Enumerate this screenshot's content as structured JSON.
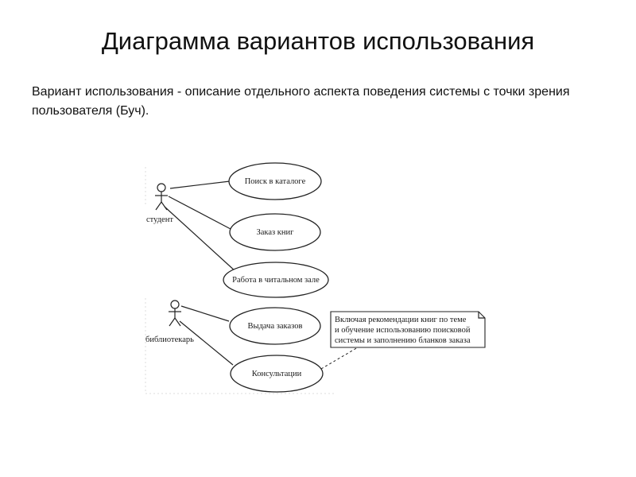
{
  "slide": {
    "title": "Диаграмма вариантов использования",
    "text": "Вариант использования - описание отдельного аспекта поведения системы с точки зрения пользователя (Буч)."
  },
  "diagram": {
    "actors": {
      "student": "студент",
      "librarian": "библиотекарь"
    },
    "use_cases": {
      "catalog_search": "Поиск в каталоге",
      "book_order": "Заказ книг",
      "reading_room": "Работа в читальном зале",
      "order_issue": "Выдача заказов",
      "consultations": "Консультации"
    },
    "note": {
      "line1": "Включая рекомендации книг по теме",
      "line2": "и обучение использованию поисковой",
      "line3": "системы и заполнению бланков заказа"
    }
  }
}
